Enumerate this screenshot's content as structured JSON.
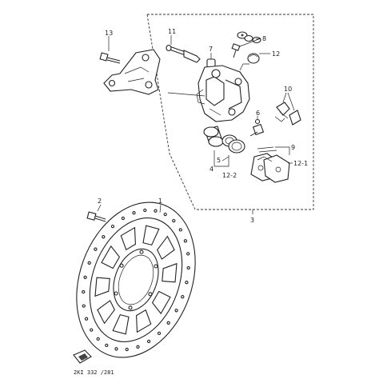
{
  "callouts": {
    "disc": "1",
    "disc_bolt": "2",
    "caliper_assy": "3",
    "piston": "4",
    "piston_seal": "5",
    "bleed_screw": "6",
    "pin": "7",
    "banjo_bolt": "8",
    "pad": "9",
    "pad_spring": "10",
    "retaining_pin": "11",
    "cap": "12",
    "seal_kit_2": "12-2",
    "pad_kit_1": "12-1",
    "bracket_bolt": "13"
  },
  "diagram_code": "2KI 332 /281",
  "ink_color": "#222222"
}
